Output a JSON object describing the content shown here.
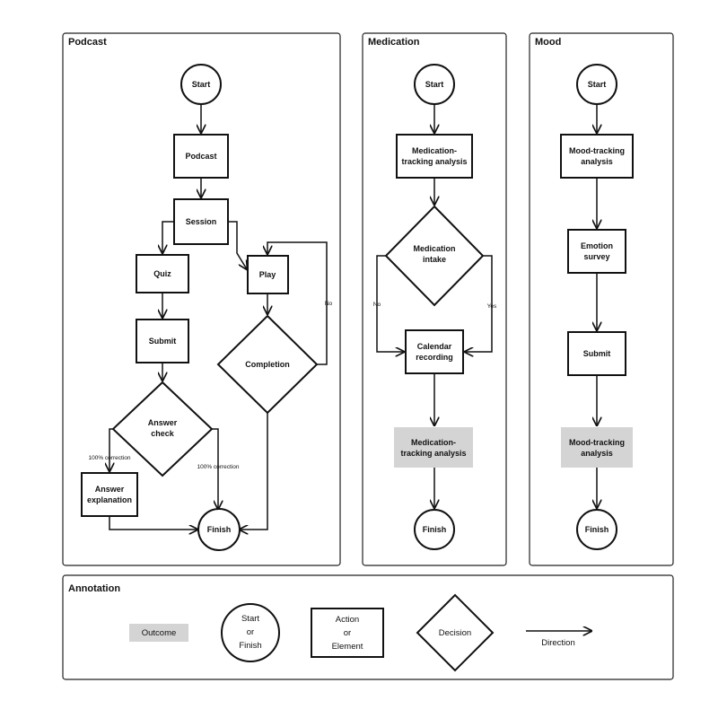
{
  "panels": {
    "podcast": "Podcast",
    "medication": "Medication",
    "mood": "Mood",
    "annotation": "Annotation"
  },
  "podcast": {
    "start": "Start",
    "podcast": "Podcast",
    "session": "Session",
    "quiz": "Quiz",
    "play": "Play",
    "submit": "Submit",
    "completion": "Completion",
    "answer_check": [
      "Answer",
      "check"
    ],
    "answer_explanation": [
      "Answer",
      "explanation"
    ],
    "finish": "Finish",
    "edge_no": "No",
    "edge_correction_left": "100% correction",
    "edge_correction_right": "100% correction"
  },
  "medication": {
    "start": "Start",
    "analysis": [
      "Medication-",
      "tracking analysis"
    ],
    "intake": [
      "Medication",
      "intake"
    ],
    "edge_no": "No",
    "edge_yes": "Yes",
    "calendar": [
      "Calendar",
      "recording"
    ],
    "outcome": [
      "Medication-",
      "tracking analysis"
    ],
    "finish": "Finish"
  },
  "mood": {
    "start": "Start",
    "analysis": [
      "Mood-tracking",
      "analysis"
    ],
    "survey": [
      "Emotion",
      "survey"
    ],
    "submit": "Submit",
    "outcome": [
      "Mood-tracking",
      "analysis"
    ],
    "finish": "Finish"
  },
  "annotation": {
    "outcome": "Outcome",
    "start_finish": [
      "Start",
      "or",
      "Finish"
    ],
    "action": [
      "Action",
      "or",
      "Element"
    ],
    "decision": "Decision",
    "direction": "Direction"
  },
  "colors": {
    "outcome_fill": "#d4d4d4",
    "stroke": "#111111"
  }
}
